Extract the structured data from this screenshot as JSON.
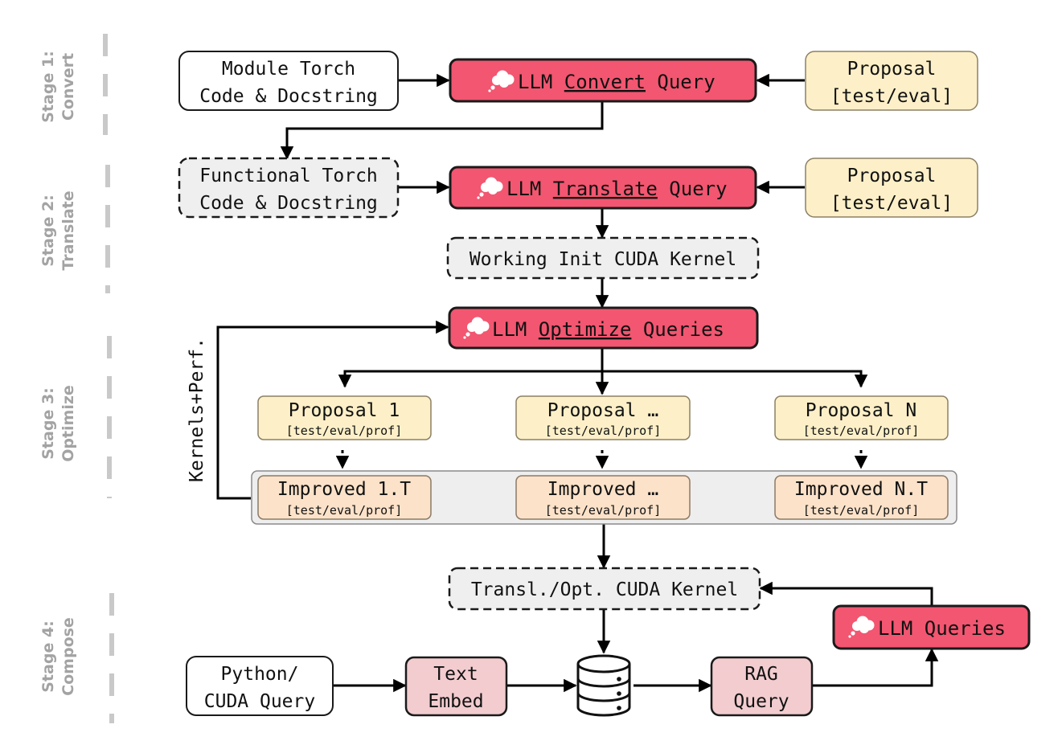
{
  "stages": [
    {
      "line1": "Stage 1:",
      "line2": "Convert"
    },
    {
      "line1": "Stage 2:",
      "line2": "Translate"
    },
    {
      "line1": "Stage 3:",
      "line2": "Optimize"
    },
    {
      "line1": "Stage 4:",
      "line2": "Compose"
    }
  ],
  "stage1": {
    "module": {
      "line1": "Module Torch",
      "line2": "Code & Docstring"
    },
    "llm": {
      "prefix": "LLM ",
      "key": "Convert",
      "suffix": " Query"
    },
    "proposal": {
      "line1": "Proposal",
      "line2": "[test/eval]"
    }
  },
  "stage2": {
    "functional": {
      "line1": "Functional Torch",
      "line2": "Code & Docstring"
    },
    "llm": {
      "prefix": "LLM ",
      "key": "Translate",
      "suffix": " Query"
    },
    "proposal": {
      "line1": "Proposal",
      "line2": "[test/eval]"
    },
    "working": "Working Init CUDA Kernel"
  },
  "stage3": {
    "llm": {
      "prefix": "LLM ",
      "key": "Optimize",
      "suffix": " Queries"
    },
    "feedback_label": "Kernels+Perf.",
    "proposals": [
      {
        "title": "Proposal 1",
        "sub": "[test/eval/prof]"
      },
      {
        "title": "Proposal …",
        "sub": "[test/eval/prof]"
      },
      {
        "title": "Proposal N",
        "sub": "[test/eval/prof]"
      }
    ],
    "improved": [
      {
        "title": "Improved 1.T",
        "sub": "[test/eval/prof]"
      },
      {
        "title": "Improved …",
        "sub": "[test/eval/prof]"
      },
      {
        "title": "Improved N.T",
        "sub": "[test/eval/prof]"
      }
    ]
  },
  "stage4": {
    "kernel": "Transl./Opt. CUDA Kernel",
    "llm": "LLM Queries",
    "python": {
      "line1": "Python/",
      "line2": "CUDA Query"
    },
    "embed": {
      "line1": "Text",
      "line2": "Embed"
    },
    "rag": {
      "line1": "RAG",
      "line2": "Query"
    },
    "database_icon": "database-icon"
  },
  "icons": {
    "llm": "thought-cloud-icon"
  },
  "colors": {
    "llm": "#f25670",
    "proposal": "#fdf0c8",
    "improved": "#fbe2c9",
    "embed": "#f2cccf",
    "dashed": "#efefef",
    "group": "#eeeeee",
    "stage_text": "#a3a3a3"
  }
}
